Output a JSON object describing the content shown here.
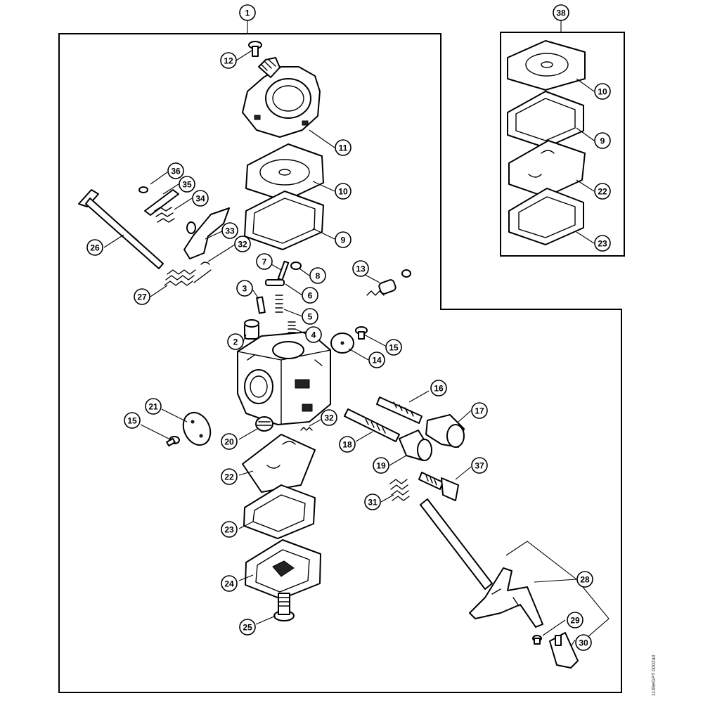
{
  "figure": {
    "drawing_code": "1139eGPT 0002a0"
  },
  "callouts": [
    {
      "key": "c1",
      "label": "1"
    },
    {
      "key": "c38",
      "label": "38"
    },
    {
      "key": "c12",
      "label": "12"
    },
    {
      "key": "c11",
      "label": "11"
    },
    {
      "key": "c10",
      "label": "10"
    },
    {
      "key": "c9",
      "label": "9"
    },
    {
      "key": "c36",
      "label": "36"
    },
    {
      "key": "c35",
      "label": "35"
    },
    {
      "key": "c34",
      "label": "34"
    },
    {
      "key": "c33",
      "label": "33"
    },
    {
      "key": "c32a",
      "label": "32"
    },
    {
      "key": "c26",
      "label": "26"
    },
    {
      "key": "c27",
      "label": "27"
    },
    {
      "key": "c7",
      "label": "7"
    },
    {
      "key": "c8",
      "label": "8"
    },
    {
      "key": "c3",
      "label": "3"
    },
    {
      "key": "c6",
      "label": "6"
    },
    {
      "key": "c5",
      "label": "5"
    },
    {
      "key": "c4",
      "label": "4"
    },
    {
      "key": "c2",
      "label": "2"
    },
    {
      "key": "c13",
      "label": "13"
    },
    {
      "key": "c15a",
      "label": "15"
    },
    {
      "key": "c14",
      "label": "14"
    },
    {
      "key": "c16",
      "label": "16"
    },
    {
      "key": "c17",
      "label": "17"
    },
    {
      "key": "c18",
      "label": "18"
    },
    {
      "key": "c19",
      "label": "19"
    },
    {
      "key": "c37",
      "label": "37"
    },
    {
      "key": "c21",
      "label": "21"
    },
    {
      "key": "c15b",
      "label": "15"
    },
    {
      "key": "c20",
      "label": "20"
    },
    {
      "key": "c32b",
      "label": "32"
    },
    {
      "key": "c22",
      "label": "22"
    },
    {
      "key": "c23",
      "label": "23"
    },
    {
      "key": "c24",
      "label": "24"
    },
    {
      "key": "c25",
      "label": "25"
    },
    {
      "key": "c31",
      "label": "31"
    },
    {
      "key": "c28",
      "label": "28"
    },
    {
      "key": "c29",
      "label": "29"
    },
    {
      "key": "c30",
      "label": "30"
    },
    {
      "key": "k10",
      "label": "10"
    },
    {
      "key": "k9",
      "label": "9"
    },
    {
      "key": "k22",
      "label": "22"
    },
    {
      "key": "k23",
      "label": "23"
    }
  ]
}
